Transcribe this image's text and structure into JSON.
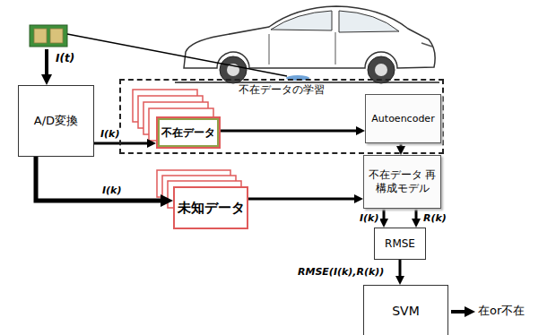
{
  "diagram": {
    "nodes": [
      {
        "text": [
          "A/D変換"
        ]
      },
      {
        "text": [
          "不在データの学習"
        ]
      },
      {
        "text": [
          "不在データ"
        ],
        "in": 1
      },
      {
        "text": [
          "Autoencoder"
        ],
        "in": 1
      },
      {
        "text": [
          "未知データ"
        ]
      },
      {
        "text": [
          "不在データ 再構成モデル"
        ]
      },
      {
        "text": [
          "RMSE"
        ]
      },
      {
        "text": [
          "SVM"
        ]
      }
    ],
    "edges": [
      {
        "from": 0,
        "to": 2,
        "label": "I(k)",
        "arrow": "to"
      },
      {
        "from": 0,
        "to": 4,
        "label": "I(k)",
        "arrow": "to"
      },
      {
        "from": 2,
        "to": 3,
        "arrow": "to"
      },
      {
        "from": 4,
        "to": 5,
        "arrow": "to"
      },
      {
        "from": 3,
        "to": 5,
        "arrow": "to"
      },
      {
        "from": 5,
        "to": 6,
        "label": "I(k)",
        "arrow": "to"
      },
      {
        "from": 5,
        "to": 6,
        "label": "R(k)",
        "arrow": "to"
      },
      {
        "from": 6,
        "to": 7,
        "label": "RMSE(I(k),R(k))",
        "arrow": "to"
      }
    ],
    "labels": [
      "I(t)",
      "在or不在"
    ]
  }
}
